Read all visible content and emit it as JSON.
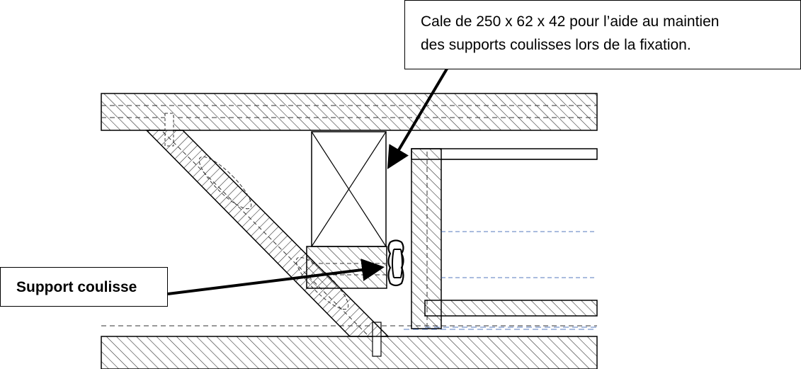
{
  "callouts": {
    "cale": {
      "line1": "Cale de 250 x 62 x 42 pour l’aide au maintien",
      "line2": "des supports coulisses lors de la fixation."
    },
    "support": {
      "label": "Support coulisse"
    }
  },
  "colors": {
    "line": "#000000",
    "hatch": "#222222",
    "dash_blue": "#1f4fa8",
    "background": "#ffffff"
  }
}
